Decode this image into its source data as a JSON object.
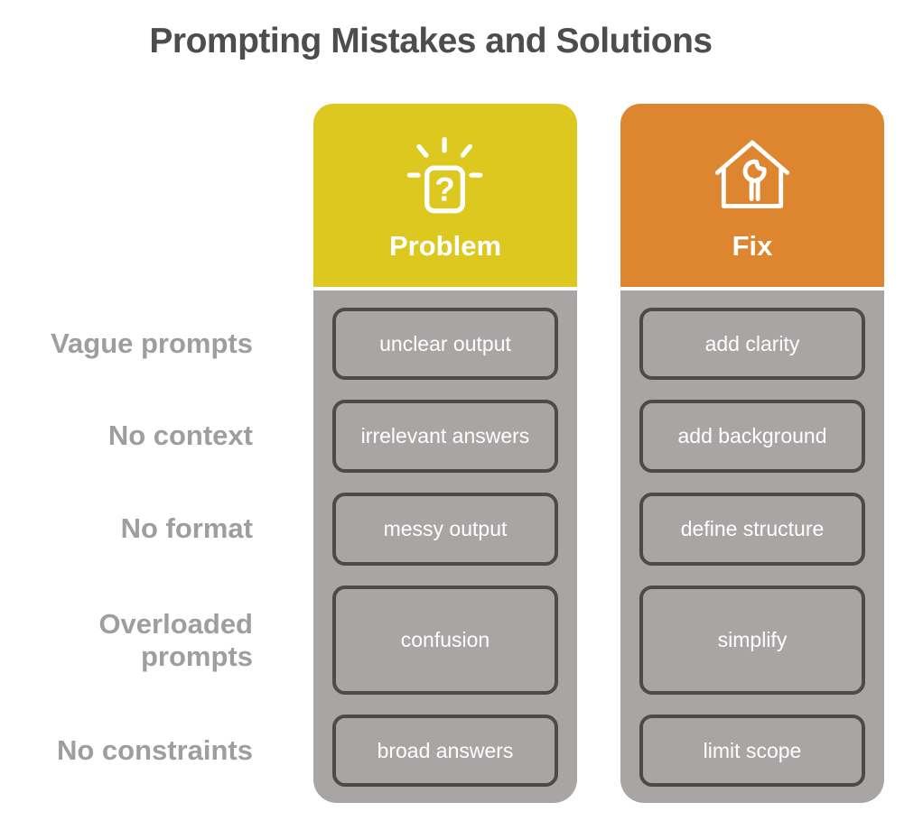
{
  "title": "Prompting Mistakes and Solutions",
  "colors": {
    "problem_header": "#dcc81e",
    "fix_header": "#de862f",
    "panel_gray": "#a8a5a4",
    "cell_border": "#4b4b49",
    "cell_text": "#ffffff",
    "title_text": "#4d4d4d",
    "row_label_text": "#9e9e9e"
  },
  "row_labels": [
    "Vague prompts",
    "No context",
    "No format",
    "Overloaded prompts",
    "No constraints"
  ],
  "columns": {
    "problem": {
      "header": "Problem",
      "icon": "question-alert-icon",
      "items": [
        "unclear output",
        "irrelevant answers",
        "messy output",
        "confusion",
        "broad answers"
      ]
    },
    "fix": {
      "header": "Fix",
      "icon": "house-wrench-icon",
      "items": [
        "add clarity",
        "add background",
        "define structure",
        "simplify",
        "limit scope"
      ]
    }
  }
}
